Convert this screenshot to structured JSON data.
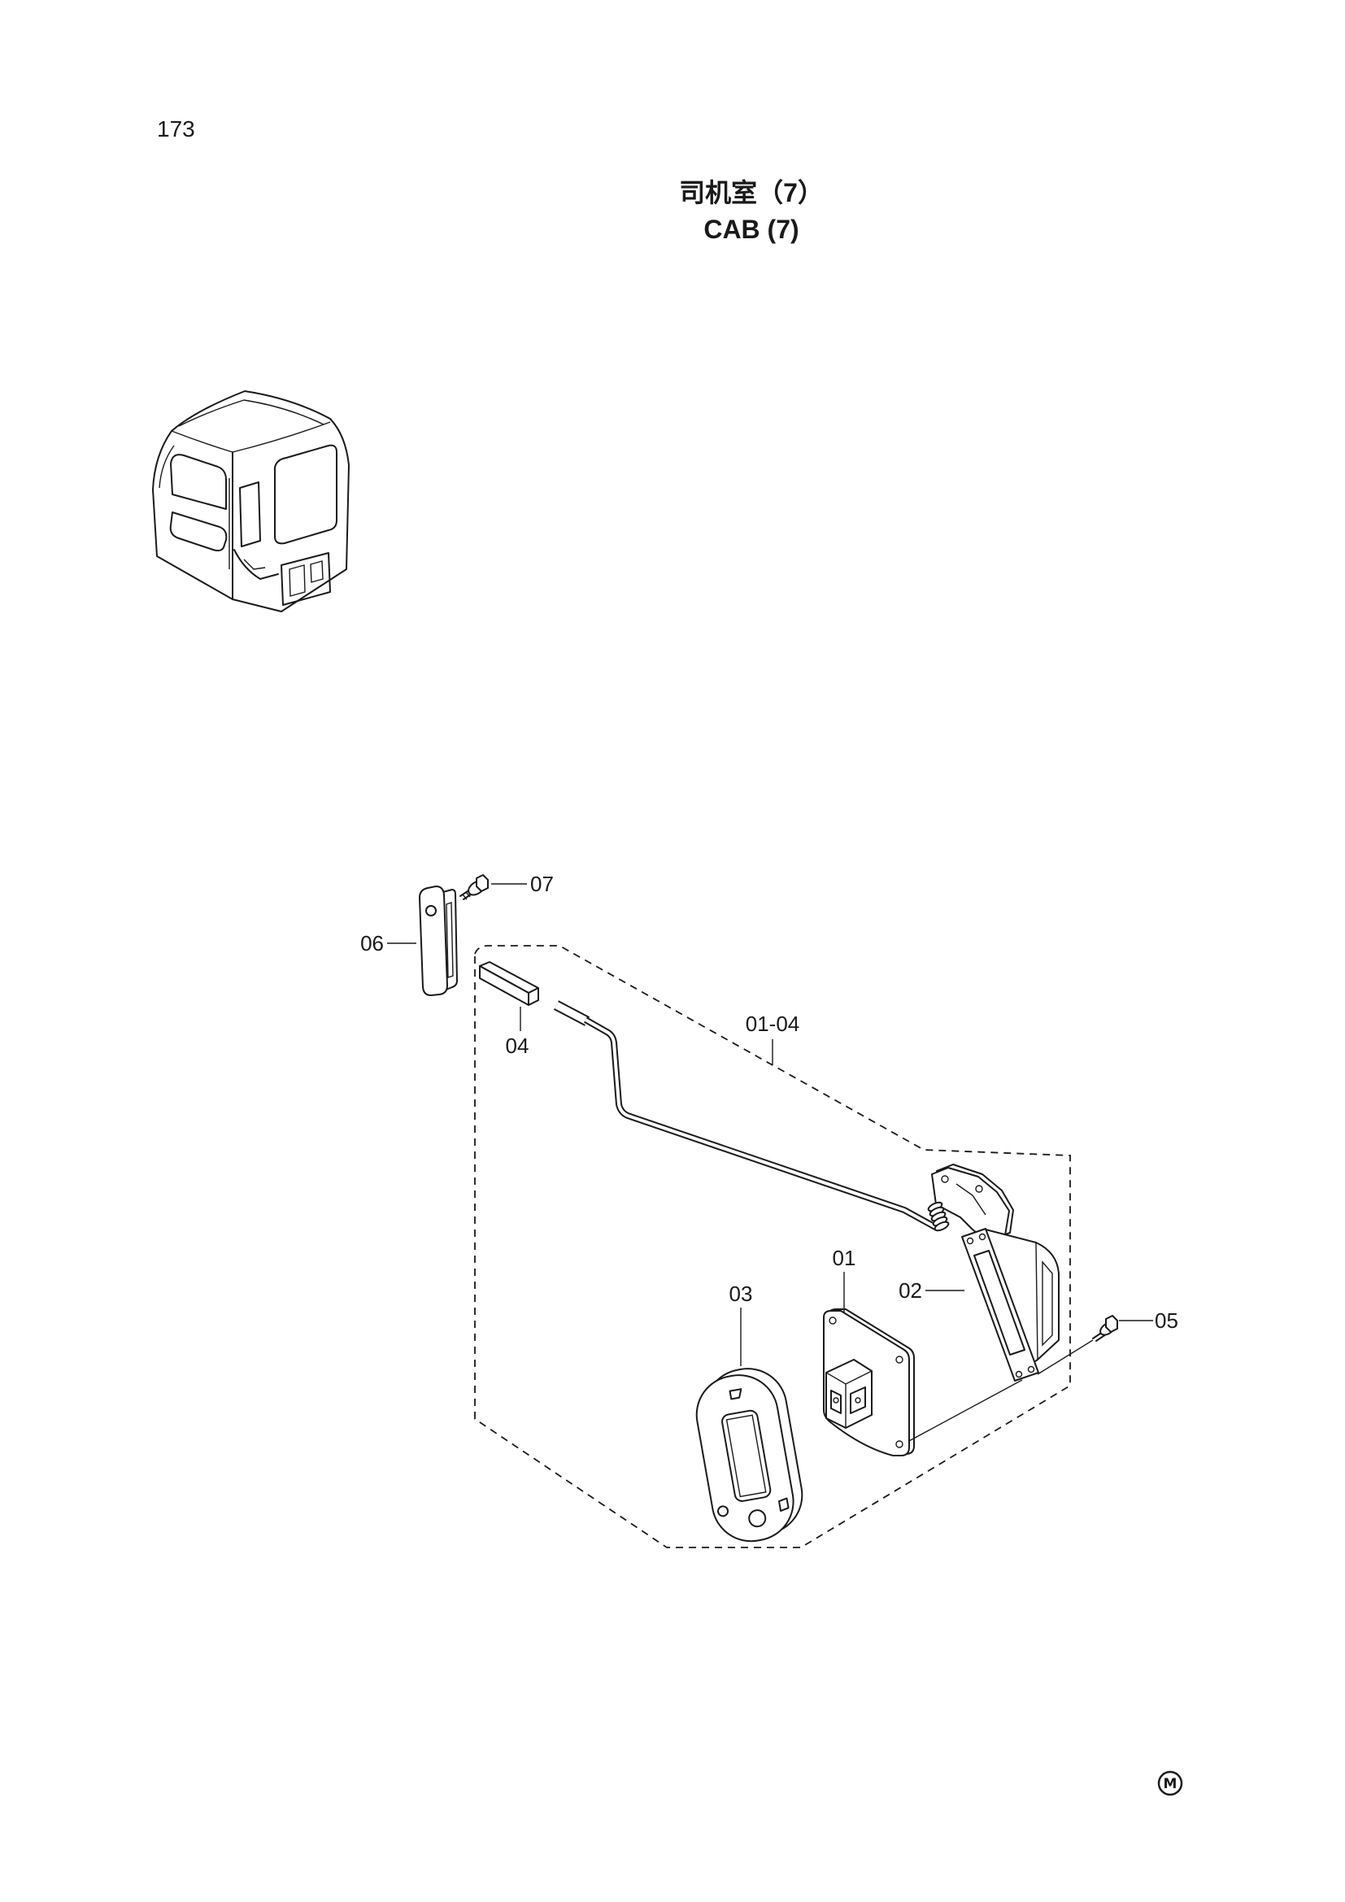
{
  "page_number": "173",
  "title": {
    "cn": "司机室（7）",
    "en": "CAB (7)"
  },
  "callouts": {
    "p07": "07",
    "p06": "06",
    "p04": "04",
    "p01_04": "01-04",
    "p01": "01",
    "p02": "02",
    "p03": "03",
    "p05": "05"
  },
  "logo": {
    "letter": "M"
  },
  "colors": {
    "line": "#1a1a1a",
    "background": "#ffffff"
  }
}
